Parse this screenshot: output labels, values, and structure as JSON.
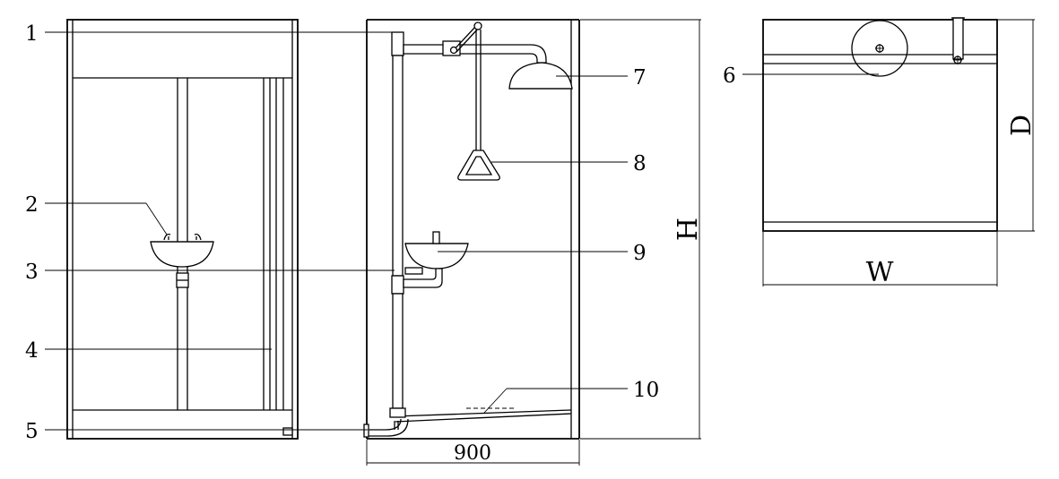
{
  "callouts": {
    "c1": "1",
    "c2": "2",
    "c3": "3",
    "c4": "4",
    "c5": "5",
    "c6": "6",
    "c7": "7",
    "c8": "8",
    "c9": "9",
    "c10": "10"
  },
  "dimensions": {
    "width_value": "900",
    "height_label": "H",
    "plan_depth_label": "D",
    "plan_width_label": "W"
  }
}
